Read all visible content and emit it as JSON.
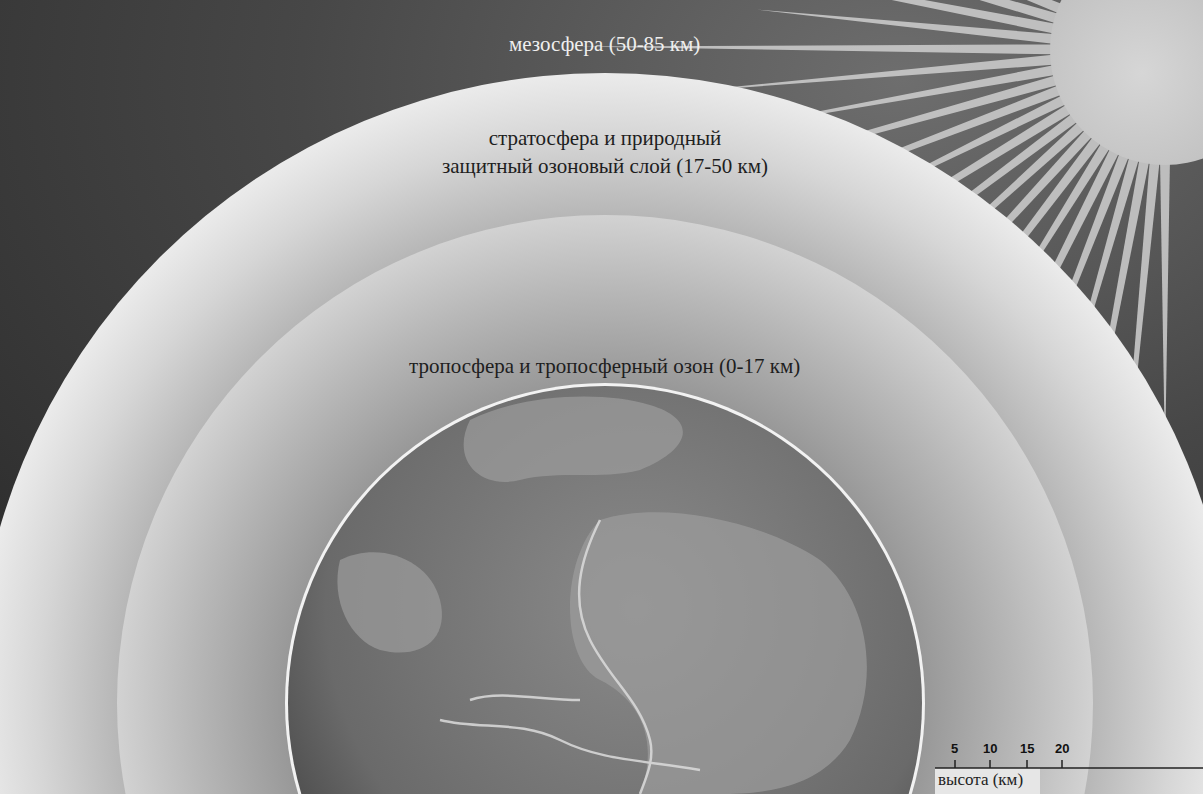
{
  "diagram": {
    "nodes": [
      {
        "text": [
          "мезосфера (50-85 км)"
        ]
      },
      {
        "text": [
          "стратосфера и природный защитный озоновый слой (17-50 км)"
        ]
      },
      {
        "text": [
          "тропосфера и тропосферный озон (0-17 км)"
        ]
      }
    ],
    "labels": [
      "5",
      "10",
      "15",
      "20",
      "высота (км)"
    ]
  }
}
